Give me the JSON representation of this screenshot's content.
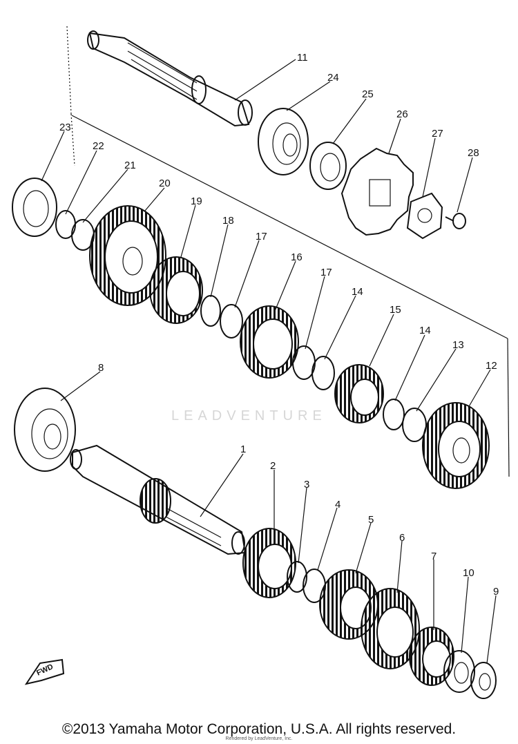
{
  "diagram": {
    "callouts": [
      "1",
      "2",
      "3",
      "4",
      "5",
      "6",
      "7",
      "8",
      "9",
      "10",
      "11",
      "12",
      "13",
      "14",
      "14",
      "15",
      "16",
      "17",
      "17",
      "18",
      "19",
      "20",
      "21",
      "22",
      "23",
      "24",
      "25",
      "26",
      "27",
      "28"
    ],
    "watermark": "LEADVENTURE",
    "fwd_label": "FWD"
  },
  "footer": {
    "copyright": "©2013 Yamaha Motor Corporation, U.S.A. All rights reserved.",
    "rendered_by": "Rendered by LeadVenture, Inc."
  }
}
